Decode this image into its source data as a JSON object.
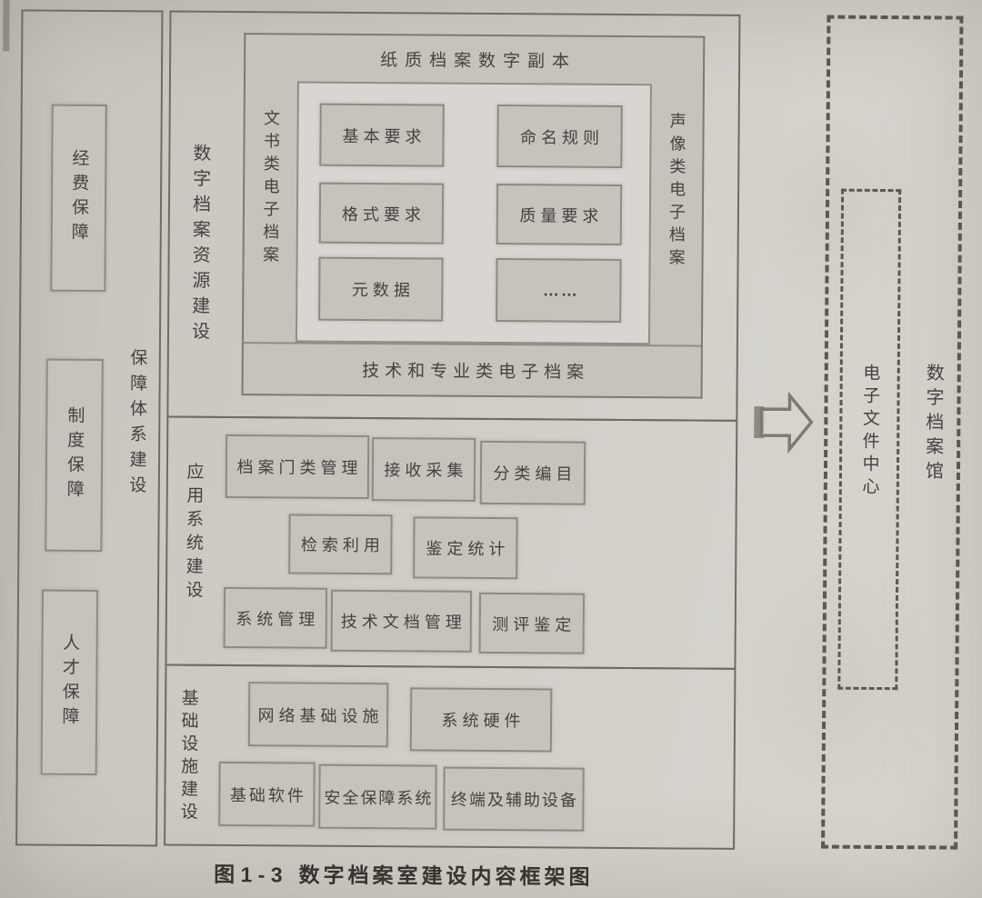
{
  "caption": {
    "fig_no": "图 1 - 3",
    "title": "数字档案室建设内容框架图"
  },
  "guarantee_column": {
    "label": "保障体系建设",
    "items": [
      "经费保障",
      "制度保障",
      "人才保障"
    ]
  },
  "resource_section": {
    "label": "数字档案资源建设",
    "header": "纸质档案数字副本",
    "left_strip": "文书类电子档案",
    "right_strip": "声像类电子档案",
    "grid": [
      [
        "基本要求",
        "命名规则"
      ],
      [
        "格式要求",
        "质量要求"
      ],
      [
        "元数据",
        "……"
      ]
    ],
    "bottom_bar": "技术和专业类电子档案"
  },
  "application_section": {
    "label": "应用系统建设",
    "row1": [
      "档案门类管理",
      "接收采集",
      "分类编目"
    ],
    "row2": [
      "检索利用",
      "鉴定统计"
    ],
    "row3": [
      "系统管理",
      "技术文档管理",
      "测评鉴定"
    ]
  },
  "infrastructure_section": {
    "label": "基础设施建设",
    "row1": [
      "网络基础设施",
      "系统硬件"
    ],
    "row2": [
      "基础软件",
      "安全保障系统",
      "终端及辅助设备"
    ]
  },
  "target": {
    "outer_label": "数字档案馆",
    "inner_label": "电子文件中心"
  },
  "icons": {
    "flow_arrow": "block-arrow-right-icon"
  },
  "colors": {
    "page_bg": "#cfccc6",
    "box_fill": "#c6c3bc",
    "panel_fill": "#d9d6d1",
    "frame_border": "#6e6c65",
    "box_border": "#8e8b83",
    "dashed_border": "#5a5852",
    "text": "#454240"
  }
}
